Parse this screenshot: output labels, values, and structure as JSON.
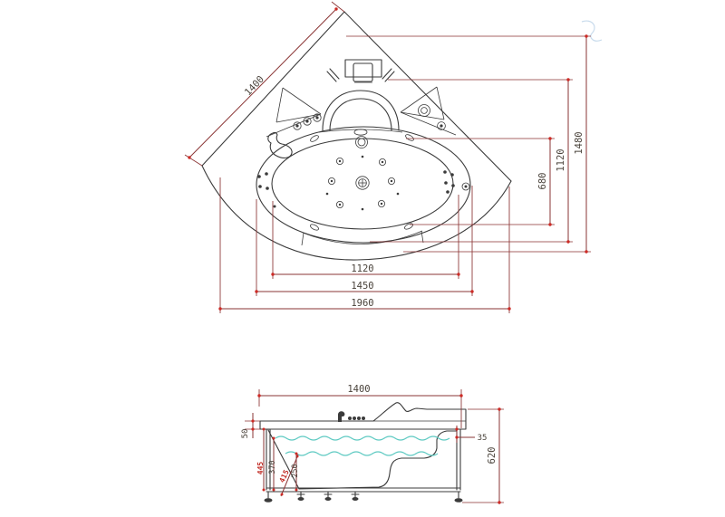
{
  "drawing": {
    "description": "Corner whirlpool bathtub dimensional drawing, top view and side elevation",
    "top_view": {
      "dim_edge_left": "1400",
      "dim_right_inner": "680",
      "dim_right_middle": "1120",
      "dim_right_outer": "1480",
      "dim_bottom_inner": "1120",
      "dim_bottom_middle": "1450",
      "dim_bottom_outer": "1960"
    },
    "side_view": {
      "dim_width": "1400",
      "dim_rim": "50",
      "dim_waterline": "35",
      "dim_height": "620",
      "dim_depth_outer": "445",
      "dim_depth_water": "370",
      "dim_depth_mid": "415",
      "dim_depth_seat": "250"
    },
    "colors": {
      "outline": "#3b3b3b",
      "dimension_line": "#8a3434",
      "tick_red": "#cc2a25",
      "red_text": "#c22d26",
      "dark_text": "#4a433b",
      "water": "#5cc9c1",
      "background": "#ffffff"
    }
  }
}
